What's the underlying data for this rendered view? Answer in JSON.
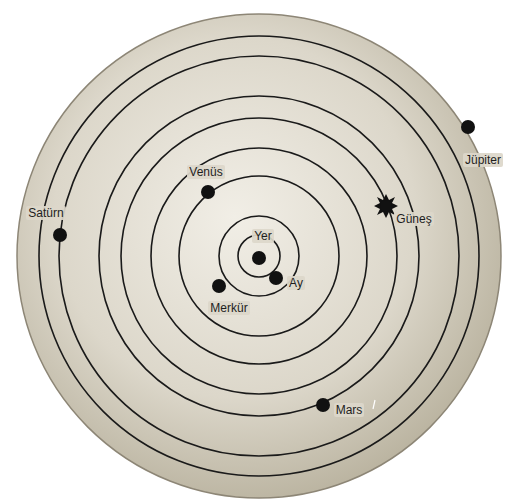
{
  "diagram": {
    "labels": [
      "Jüpiter",
      "Venüs",
      "Güneş",
      "Satürn",
      "Yer",
      "Ay",
      "Merkür",
      "Mars"
    ]
  }
}
